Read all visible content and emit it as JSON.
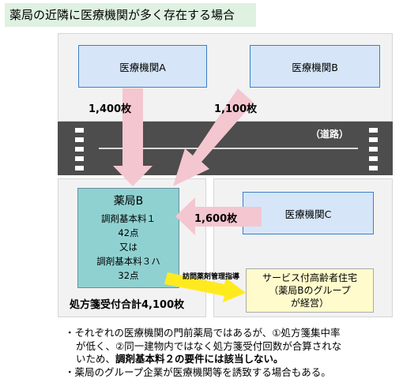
{
  "title": "薬局の近隣に医療機関が多く存在する場合",
  "facilities": {
    "clinic_a": "医療機関A",
    "clinic_b": "医療機関B",
    "clinic_c": "医療機関C",
    "road": "（道路）"
  },
  "flows": {
    "a_count": "1,400枚",
    "b_count": "1,100枚",
    "c_count": "1,600枚"
  },
  "pharmacy": {
    "name": "薬局B",
    "line1": "調剤基本料１",
    "line2": "42点",
    "line3": "又は",
    "line4": "調剤基本料３ハ",
    "line5": "32点",
    "total": "処方箋受付合計4,100枚"
  },
  "home_care": {
    "arrow_label": "訪問薬剤管理指導",
    "line1": "サービス付高齢者住宅",
    "line2": "（薬局Bのグループ",
    "line3": "が経営）"
  },
  "notes": {
    "n1_a": "・それぞれの医療機関の門前薬局ではあるが、①処方箋集中率",
    "n1_b": "が低く、②同一建物内ではなく処方箋受付回数が合算されな",
    "n1_c_pre": "いため、",
    "n1_c_bold": "調剤基本料２の要件には該当しない。",
    "n2": "・薬局のグループ企業が医療機関等を誘致する場合もある。"
  },
  "colors": {
    "arrow": "#f4c6d0",
    "home_arrow": "#ffea20",
    "clinic_fill": "#d6e6f8",
    "clinic_border": "#3c7fc8",
    "pharmacy_fill": "#8fd1d1"
  }
}
